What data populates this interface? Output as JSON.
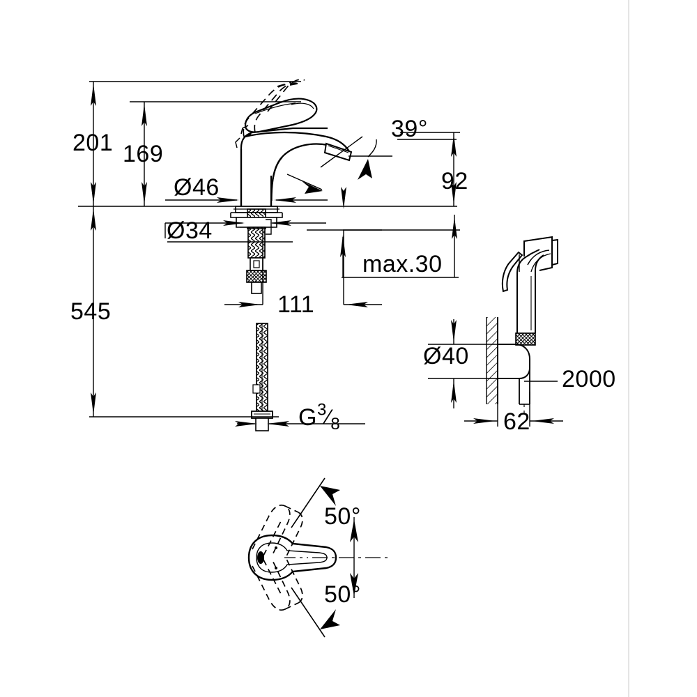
{
  "document": {
    "type": "technical-dimension-drawing",
    "subject": "single-lever basin mixer with bidet hand spray",
    "units": "mm",
    "line_color": "#000000",
    "background_color": "#ffffff",
    "border_color": "#d9d9d9"
  },
  "dimensions": {
    "total_height": "201",
    "spout_height": "169",
    "body_diameter": "Ø46",
    "shank_diameter": "Ø34",
    "projection": "111",
    "spout_reach": "92",
    "aerator_angle": "39°",
    "max_deck_thickness": "max.30",
    "supply_drop": "545",
    "supply_thread": "G",
    "supply_thread_num": "3",
    "supply_thread_den": "8",
    "wall_union_diameter": "Ø40",
    "wall_union_projection": "62",
    "hose_length": "2000",
    "swivel_left": "50°",
    "swivel_right": "50°"
  },
  "views": {
    "main": "front elevation of basin mixer with threaded shank and flexible supply",
    "side": "wall mounted bidet hand spray with wall union",
    "top": "top view of lever showing swivel range"
  }
}
